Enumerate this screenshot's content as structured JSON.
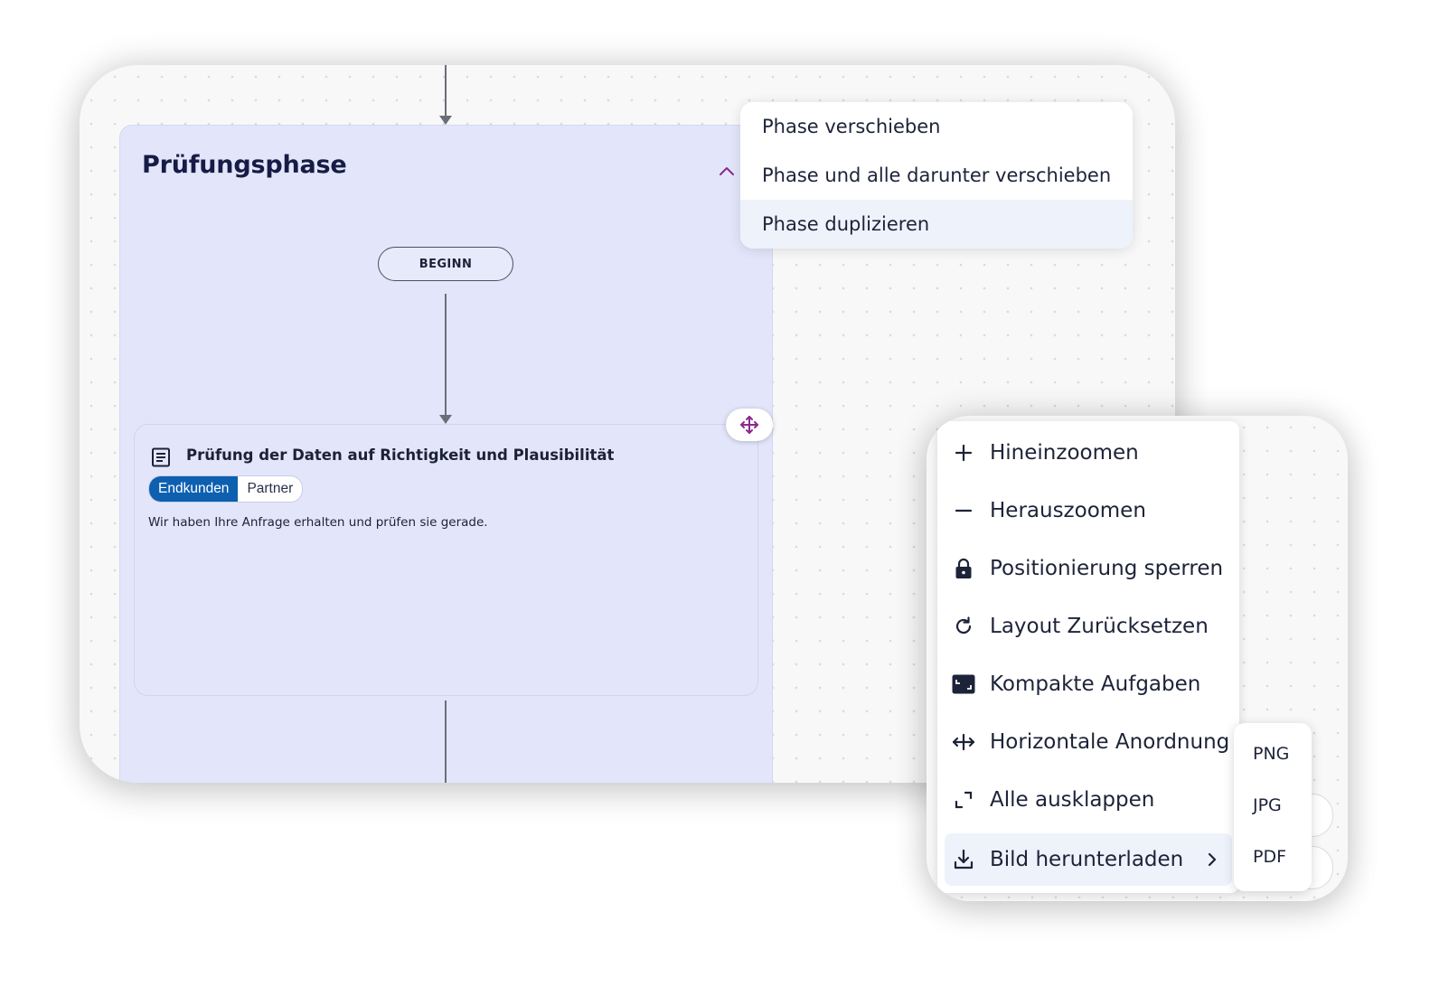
{
  "phase": {
    "title": "Prüfungsphase",
    "start_label": "BEGINN"
  },
  "task": {
    "title": "Prüfung der Daten auf Richtigkeit und Plausibilität",
    "audience_options": [
      "Endkunden",
      "Partner"
    ],
    "selected_audience": "Endkunden",
    "description": "Wir haben Ihre Anfrage erhalten und prüfen sie gerade."
  },
  "phase_menu": {
    "items": [
      "Phase verschieben",
      "Phase und alle darunter verschieben",
      "Phase duplizieren"
    ],
    "highlighted": "Phase duplizieren"
  },
  "canvas_menu": {
    "items": [
      {
        "label": "Hineinzoomen",
        "icon": "plus-icon"
      },
      {
        "label": "Herauszoomen",
        "icon": "minus-icon"
      },
      {
        "label": "Positionierung sperren",
        "icon": "lock-icon"
      },
      {
        "label": "Layout Zurücksetzen",
        "icon": "reset-icon"
      },
      {
        "label": "Kompakte Aufgaben",
        "icon": "compact-icon"
      },
      {
        "label": "Horizontale Anordnung",
        "icon": "horizontal-arrows-icon"
      },
      {
        "label": "Alle ausklappen",
        "icon": "expand-icon"
      },
      {
        "label": "Bild herunterladen",
        "icon": "download-icon",
        "submenu": true
      }
    ],
    "highlighted": "Bild herunterladen"
  },
  "download_submenu": {
    "items": [
      "PNG",
      "JPG",
      "PDF"
    ]
  },
  "colors": {
    "phase_background": "#e3e6fa",
    "accent_blue": "#0d5fb0",
    "move_handle": "#8a2a8c",
    "text_dark": "#1b2238"
  }
}
